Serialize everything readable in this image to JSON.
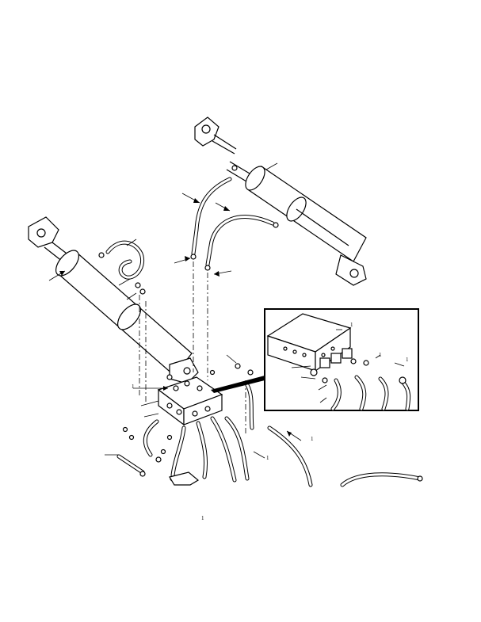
{
  "figure": {
    "description_free": true,
    "label_texts": {
      "callout_1": "1",
      "callout_2": "1",
      "callout_3": "1",
      "callout_4": "1",
      "callout_5": "1",
      "callout_6": "1",
      "callout_7": "1"
    }
  },
  "icons": {
    "leader_arrow": "arrow-icon"
  }
}
